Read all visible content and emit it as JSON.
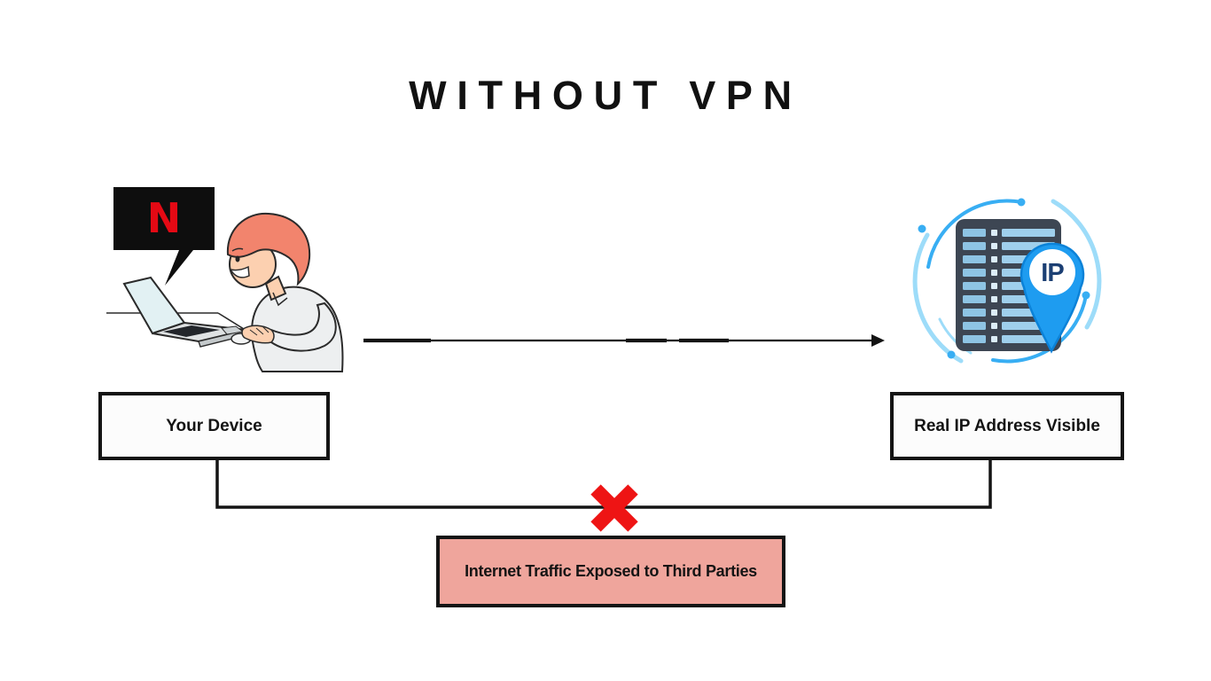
{
  "title": "WITHOUT VPN",
  "device_node": {
    "label": "Your Device"
  },
  "server_node": {
    "label": "Real IP Address Visible"
  },
  "warning": {
    "label": "Internet Traffic Exposed to Third Parties"
  },
  "device_illustration": {
    "screen_letter": "N"
  },
  "server_illustration": {
    "pin_label": "IP"
  },
  "icons": {
    "netflix_screen": "netflix-screen-icon",
    "laptop": "laptop-icon",
    "person": "person-icon",
    "server": "server-rack-icon",
    "ip_pin": "ip-location-pin-icon",
    "orbit_arcs": "orbit-arcs-icon",
    "arrow": "traffic-arrow-icon",
    "cross": "red-cross-icon"
  },
  "colors": {
    "title_text": "#111111",
    "line_black": "#141414",
    "box_bg": "#fcfcfc",
    "box_border": "#141414",
    "warning_bg": "#efa59c",
    "cross_red": "#ee1414",
    "netflix_red": "#e50914",
    "screen_black": "#0e0e0e",
    "hair": "#f2846d",
    "skin": "#fcd0b0",
    "outline": "#2b2b2b",
    "shirt": "#edeff0",
    "laptop_screen": "#e2f1f3",
    "laptop_body": "#dfe2e3",
    "keyboard": "#23262b",
    "server_body": "#3d4653",
    "server_bar_light": "#9fcfec",
    "server_bar_dark": "#8ec4e4",
    "server_square": "#dcedf8",
    "pin_blue": "#1e9cf0",
    "pin_dark": "#0b82d8",
    "pin_text": "#1b3f73",
    "arc_strong": "#38aef3",
    "arc_light": "#9ddcf9"
  }
}
